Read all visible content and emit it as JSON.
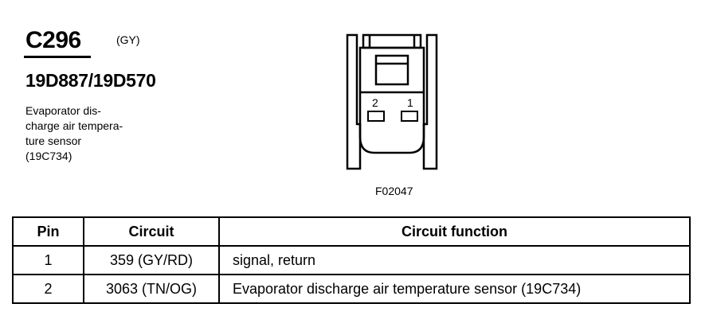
{
  "header": {
    "connector_id": "C296",
    "color_code": "(GY)",
    "part_numbers": "19D887/19D570"
  },
  "description": {
    "lines": [
      "Evaporator dis-",
      "charge air tempera-",
      "ture sensor",
      "(19C734)"
    ]
  },
  "diagram": {
    "pin_labels": [
      "2",
      "1"
    ],
    "figure_code": "F02047"
  },
  "table": {
    "headers": [
      "Pin",
      "Circuit",
      "Circuit function"
    ],
    "rows": [
      {
        "pin": "1",
        "circuit": "359 (GY/RD)",
        "function": "signal, return"
      },
      {
        "pin": "2",
        "circuit": "3063 (TN/OG)",
        "function": "Evaporator discharge air temperature sensor (19C734)"
      }
    ]
  }
}
